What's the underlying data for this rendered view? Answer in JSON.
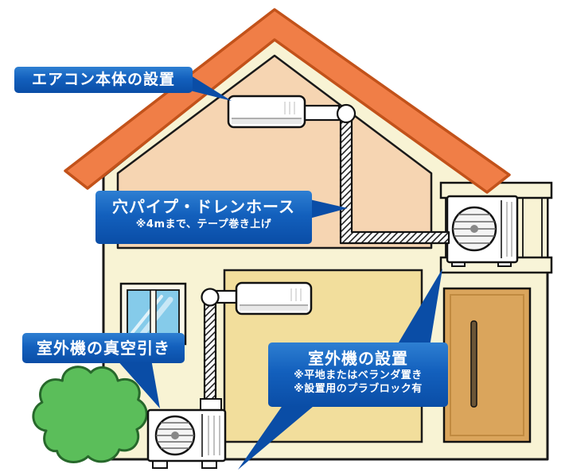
{
  "callouts": {
    "ac": {
      "title": "エアコン本体の設置"
    },
    "pipe": {
      "title": "穴パイプ・ドレンホース",
      "note": "※4mまで、テープ巻き上げ"
    },
    "vacuum": {
      "title": "室外機の真空引き"
    },
    "outdoor": {
      "title": "室外機の設置",
      "note1": "※平地またはベランダ置き",
      "note2": "※設置用のプラブロック有"
    }
  },
  "colors": {
    "callout_blue_top": "#2e7fd2",
    "callout_blue_bottom": "#0a4da6",
    "roof": "#F07E47",
    "roof_outline": "#C2521A",
    "wall": "#F8F3D4",
    "attic_room": "#F6D5B2",
    "living_room": "#F2DE9C",
    "window_glass": "#85CBEA",
    "door": "#DAA55C",
    "bush": "#5BBE5A",
    "bush_outline": "#27682B",
    "unit_white": "#FFFFFF"
  }
}
